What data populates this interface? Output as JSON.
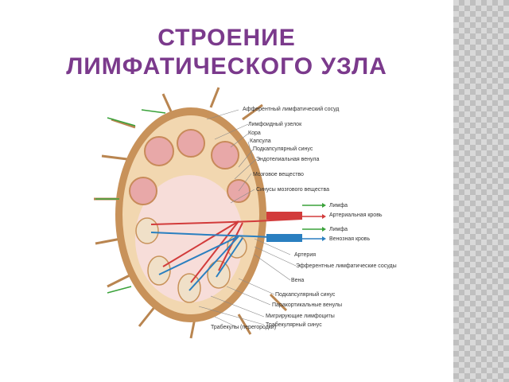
{
  "slide": {
    "title_line1": "СТРОЕНИЕ",
    "title_line2": "ЛИМФАТИЧЕСКОГО УЗЛА"
  },
  "diagram": {
    "labels": [
      "Афферентный лимфатический сосуд",
      "Лимфоидный узелок",
      "Кора",
      "Капсула",
      "Подкапсулярный синус",
      "Эндотелиальная венула",
      "Мозговое вещество",
      "Синусы мозгового вещества",
      "Лимфа",
      "Артериальная кровь",
      "Лимфа",
      "Венозная кровь",
      "Артерия",
      "Эфферентные лимфатические сосуды",
      "Вена",
      "Подкапсулярный синус",
      "Паракортикальные венулы",
      "Мигрирующие лимфоциты",
      "Трабекулярный синус",
      "Трабекулы (перегородки)"
    ],
    "colors": {
      "capsule": "#c8925a",
      "cortex": "#f2d7b0",
      "nodule": "#e8a8a8",
      "artery": "#d23b3b",
      "vein": "#2a7fc0",
      "lymph_arrow": "#3aa23a"
    }
  }
}
